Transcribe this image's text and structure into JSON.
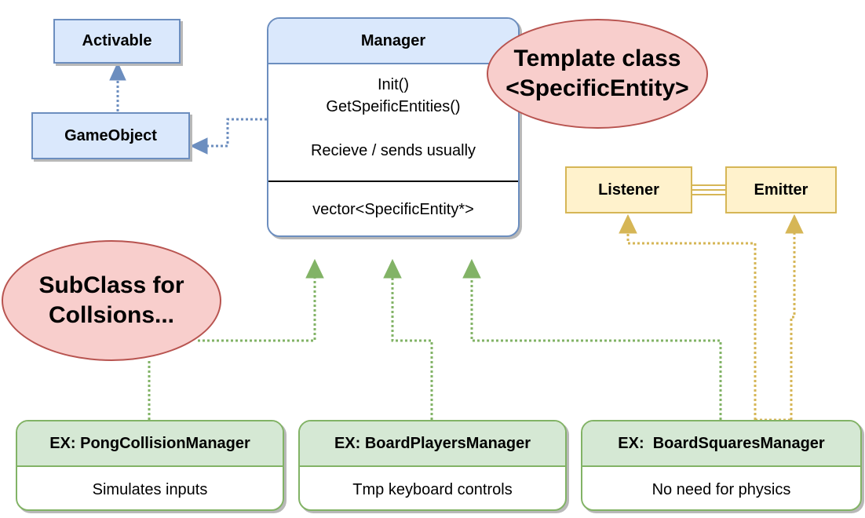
{
  "activable": "Activable",
  "game_object": "GameObject",
  "manager": {
    "title": "Manager",
    "methods": [
      "Init()",
      "GetSpeificEntities()",
      "Recieve / sends usually"
    ],
    "field": "vector<SpecificEntity*>"
  },
  "template_note": [
    "Template class",
    "<SpecificEntity>"
  ],
  "subclass_note": [
    "SubClass for",
    "Collsions..."
  ],
  "listener": "Listener",
  "emitter": "Emitter",
  "examples": [
    {
      "title": "EX: PongCollisionManager",
      "desc": "Simulates inputs"
    },
    {
      "title": "EX: BoardPlayersManager",
      "desc": "Tmp keyboard controls"
    },
    {
      "title": "EX:  BoardSquaresManager",
      "desc": "No need for physics"
    }
  ],
  "colors": {
    "blue_fill": "#dae8fc",
    "blue_stroke": "#6c8ebf",
    "green_fill": "#d5e8d4",
    "green_stroke": "#82b366",
    "red_fill": "#f8cecc",
    "red_stroke": "#b85450",
    "yellow_fill": "#fff2cc",
    "yellow_stroke": "#d6b656"
  }
}
